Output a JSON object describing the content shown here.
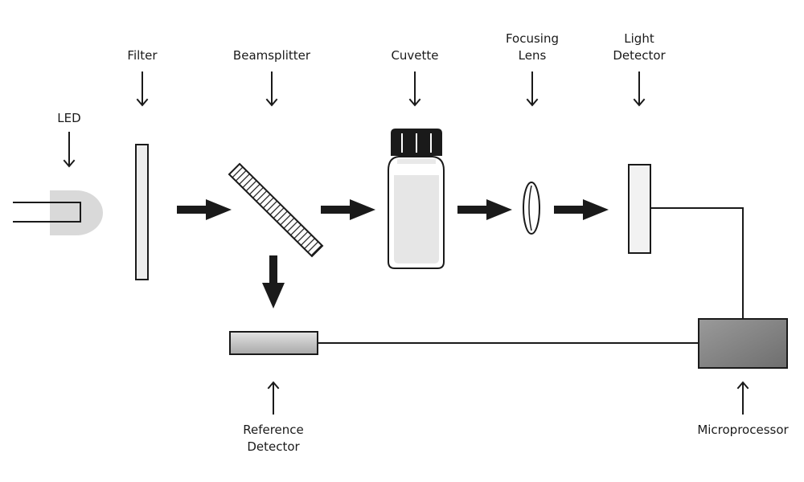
{
  "labels": {
    "led": "LED",
    "filter": "Filter",
    "beamsplitter": "Beamsplitter",
    "cuvette": "Cuvette",
    "focusing_lens_line1": "Focusing",
    "focusing_lens_line2": "Lens",
    "light_detector_line1": "Light",
    "light_detector_line2": "Detector",
    "reference_detector_line1": "Reference",
    "reference_detector_line2": "Detector",
    "microprocessor": "Microprocessor"
  },
  "colors": {
    "ink": "#1a1a1a",
    "led_fill": "#d9d9d9",
    "filter_fill": "#ededed",
    "detector_fill": "#f2f2f2",
    "reference_fill": "#c4c4c4",
    "microprocessor_fill": "#8a8a8a",
    "cap_fill": "#1a1a1a",
    "liquid_fill": "#e6e6e6"
  }
}
